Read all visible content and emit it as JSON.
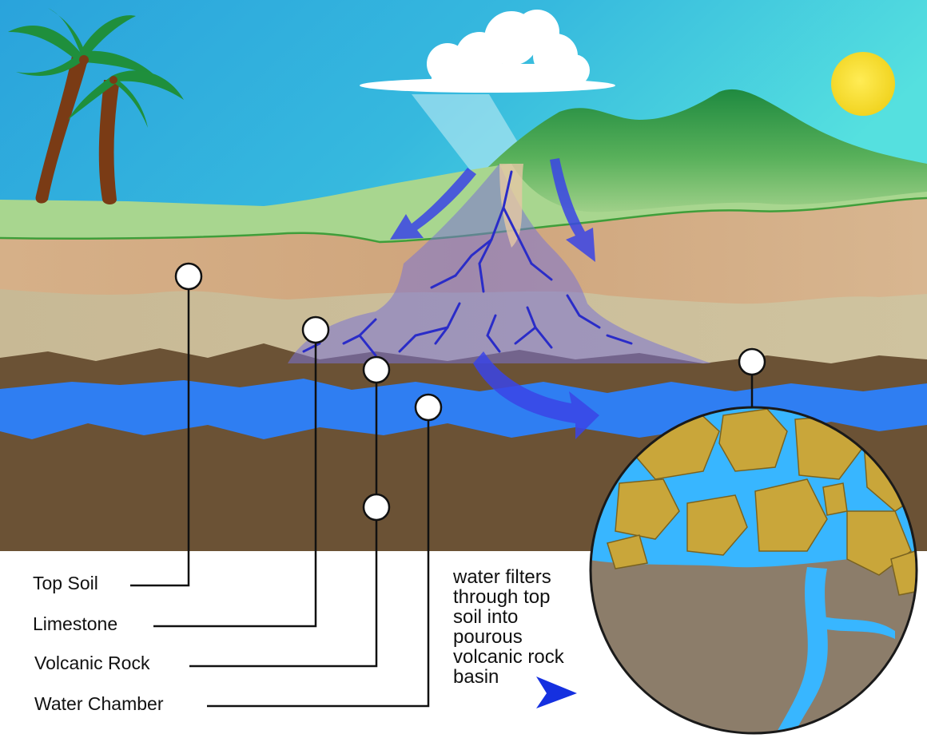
{
  "labels": {
    "top_soil": "Top Soil",
    "limestone": "Limestone",
    "volcanic_rock": "Volcanic Rock",
    "water_chamber": "Water Chamber"
  },
  "caption": {
    "lines": [
      "water filters",
      "through top",
      "soil into",
      "pourous",
      "volcanic rock",
      "basin"
    ]
  },
  "colors": {
    "sky_top": "#2aa6dc",
    "sky_right": "#52dde0",
    "sun": "#f7df2b",
    "grass": "#a6d58e",
    "mountain": "#2f9a4a",
    "top_soil": "#d9b08a",
    "limestone": "#cdbf9a",
    "volcanic_rock": "#6b5235",
    "water": "#2f7ef2",
    "infiltration": "#7a72d4",
    "arrow": "#3a44e6",
    "rock_grains": "#c9a63a",
    "pore_water": "#38b6ff",
    "basin_rock": "#8c7d6a",
    "pointer_arrow": "#1530e0"
  },
  "icons": {
    "tree": "palm-tree-icon",
    "cloud": "rain-cloud-icon",
    "sun": "sun-icon",
    "arrow": "triangle-arrow-icon"
  }
}
